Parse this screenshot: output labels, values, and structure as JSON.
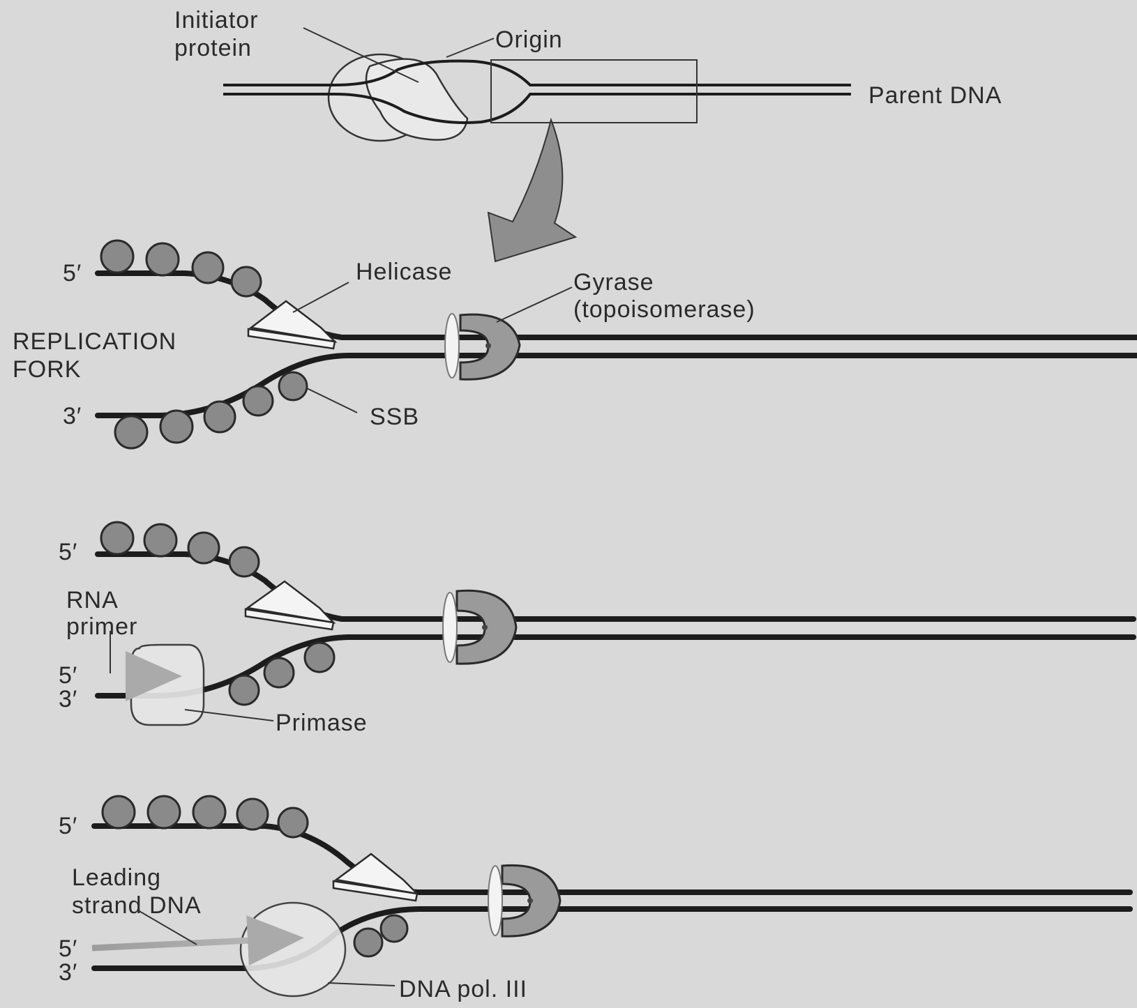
{
  "labels": {
    "initiator_protein_line1": "Initiator",
    "initiator_protein_line2": "protein",
    "origin": "Origin",
    "parent_dna": "Parent DNA",
    "helicase": "Helicase",
    "gyrase_line1": "Gyrase",
    "gyrase_line2": "(topoisomerase)",
    "replication_fork_line1": "REPLICATION",
    "replication_fork_line2": "FORK",
    "ssb": "SSB",
    "rna_primer_line1": "RNA",
    "rna_primer_line2": "primer",
    "primase": "Primase",
    "leading_strand_line1": "Leading",
    "leading_strand_line2": "strand DNA",
    "dna_pol": "DNA pol. III",
    "five_prime": "5′",
    "three_prime": "3′"
  },
  "colors": {
    "background": "#d9d9d9",
    "strand": "#1c1c1c",
    "protein_dark": "#8a8a8a",
    "protein_light": "#e6e6e6",
    "primer": "#9c9c9c"
  }
}
